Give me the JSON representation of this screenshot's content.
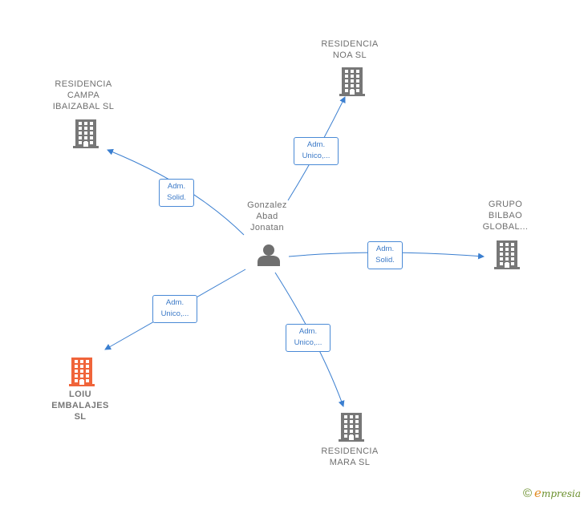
{
  "person": {
    "lines": [
      "Gonzalez",
      "Abad",
      "Jonatan"
    ]
  },
  "companies": [
    {
      "id": "noa",
      "lines": [
        "RESIDENCIA",
        "NOA  SL"
      ],
      "color": "#777777"
    },
    {
      "id": "campa",
      "lines": [
        "RESIDENCIA",
        "CAMPA",
        "IBAIZABAL SL"
      ],
      "color": "#777777"
    },
    {
      "id": "grupo",
      "lines": [
        "GRUPO",
        "BILBAO",
        "GLOBAL..."
      ],
      "color": "#777777"
    },
    {
      "id": "loiu",
      "lines": [
        "LOIU",
        "EMBALAJES",
        "SL"
      ],
      "color": "#f0643a"
    },
    {
      "id": "mara",
      "lines": [
        "RESIDENCIA",
        "MARA  SL"
      ],
      "color": "#777777"
    }
  ],
  "edges": [
    {
      "to": "noa",
      "lines": [
        "Adm.",
        "Unico,..."
      ]
    },
    {
      "to": "campa",
      "lines": [
        "Adm.",
        "Solid."
      ]
    },
    {
      "to": "grupo",
      "lines": [
        "Adm.",
        "Solid."
      ]
    },
    {
      "to": "loiu",
      "lines": [
        "Adm.",
        "Unico,..."
      ]
    },
    {
      "to": "mara",
      "lines": [
        "Adm.",
        "Unico,..."
      ]
    }
  ],
  "colors": {
    "edge": "#3b7fd0",
    "person": "#6f6f6f"
  },
  "footer": {
    "copyright": "©",
    "brand_first": "e",
    "brand_rest": "mpresia"
  }
}
